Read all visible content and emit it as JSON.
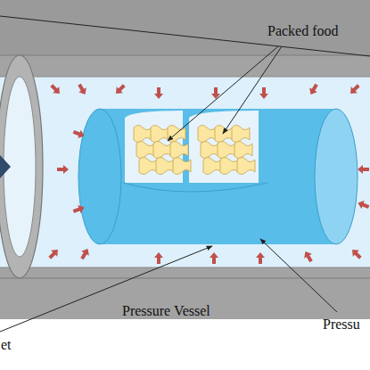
{
  "diagram": {
    "labels": [
      "Packed food",
      "Pressure Vessel",
      "Pressu",
      "et"
    ]
  }
}
